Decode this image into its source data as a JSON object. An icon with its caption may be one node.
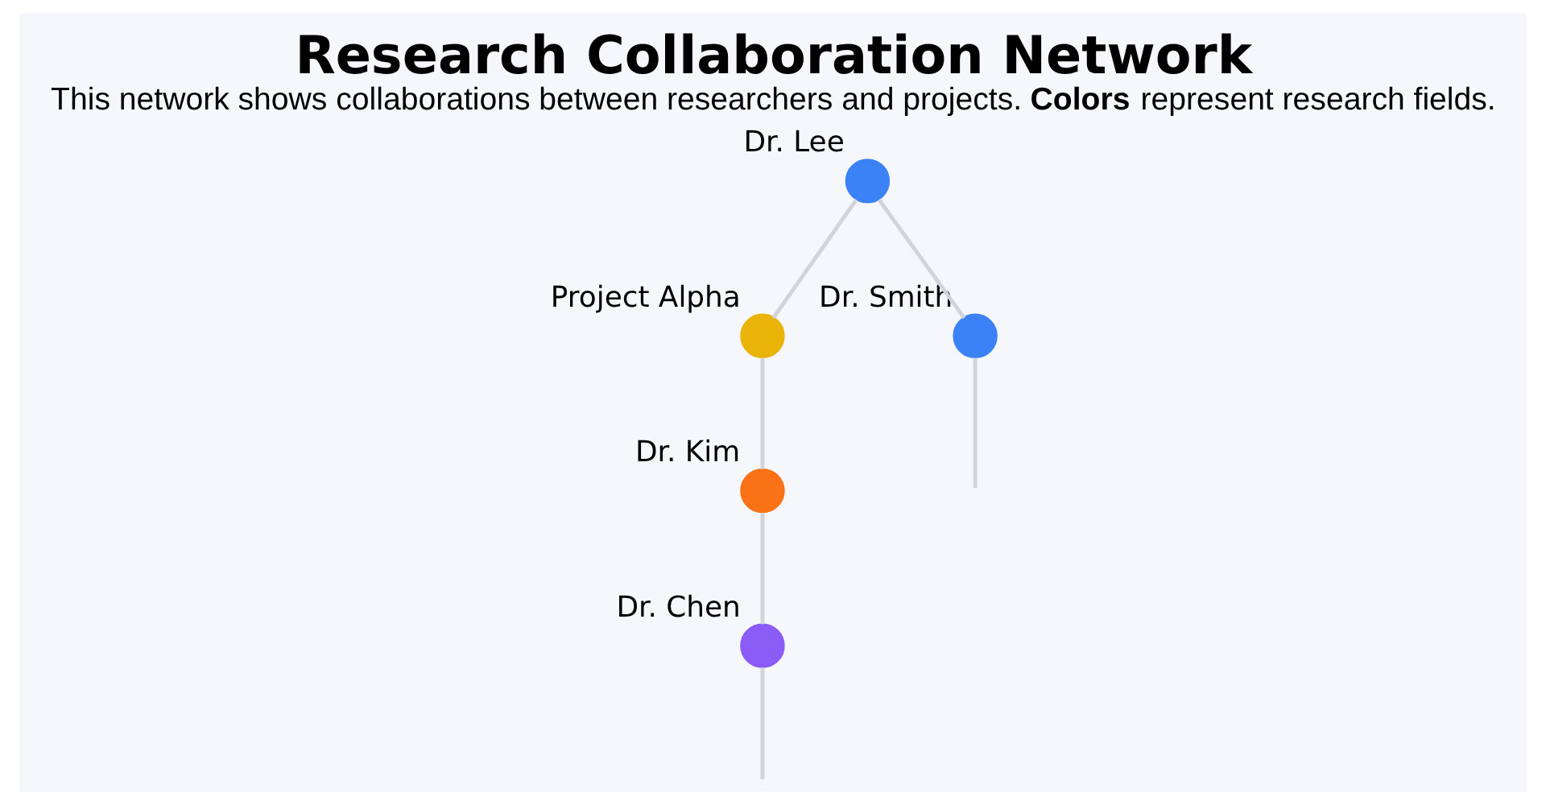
{
  "diagram": {
    "title": "Research Collaboration Network",
    "caption": "This network shows collaborations between researchers and projects. **Colors** represent research fields.",
    "nodes": [
      {
        "text": [],
        "shape": "circle",
        "beside": [
          "Dr. Lee"
        ]
      },
      {
        "text": [],
        "shape": "circle",
        "beside": [
          "Project Alpha"
        ]
      },
      {
        "text": [],
        "shape": "circle",
        "beside": [
          "Dr. Kim"
        ]
      },
      {
        "text": [],
        "shape": "circle",
        "beside": [
          "Dr. Chen"
        ]
      },
      {
        "text": [],
        "shape": "circle",
        "beside": [
          "Dr. Smith"
        ]
      }
    ],
    "edges": [
      {
        "from": 0,
        "to": 1,
        "arrow": "none"
      },
      {
        "from": 0,
        "to": 4,
        "arrow": "none"
      },
      {
        "from": 1,
        "to": 2,
        "arrow": "none"
      },
      {
        "from": 2,
        "to": 3,
        "arrow": "none"
      },
      {
        "from": 3,
        "to": null,
        "arrow": "none"
      },
      {
        "from": 4,
        "to": null,
        "arrow": "none"
      }
    ]
  }
}
